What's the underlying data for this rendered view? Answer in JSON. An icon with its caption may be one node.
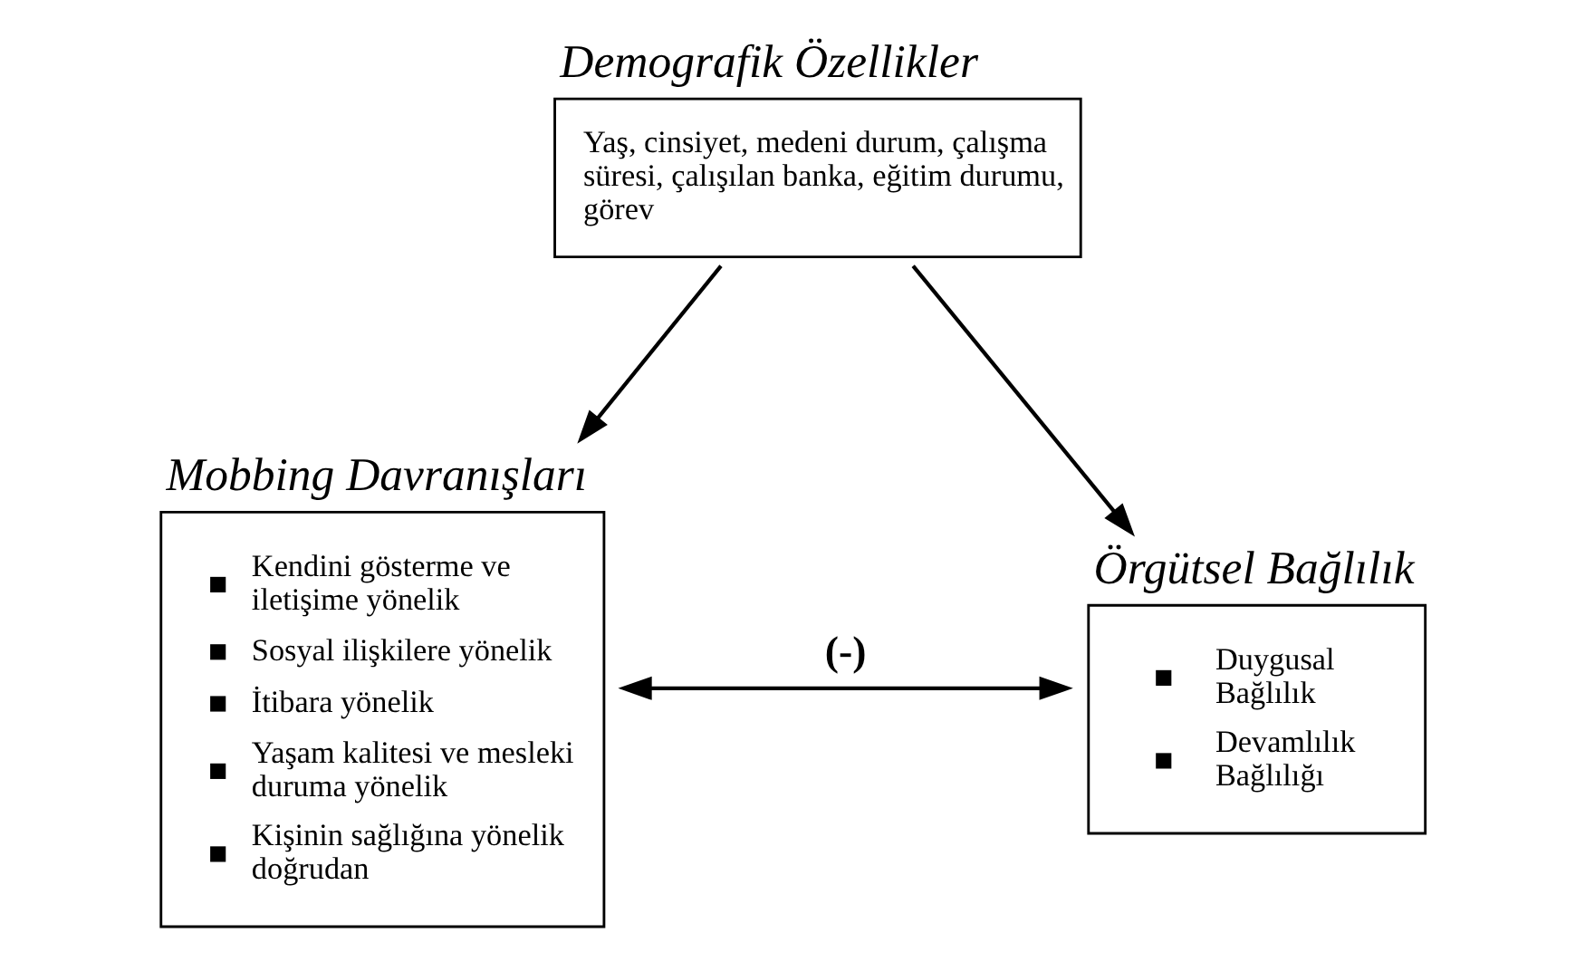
{
  "diagram": {
    "nodes": [
      {
        "text": [
          "Demografik Özellikler",
          "Yaş, cinsiyet, medeni durum, çalışma süresi, çalışılan banka, eğitim durumu, görev"
        ]
      },
      {
        "text": [
          "Mobbing Davranışları",
          "Kendini gösterme ve iletişime yönelik",
          "Sosyal ilişkilere yönelik",
          "İtibara yönelik",
          "Yaşam kalitesi ve mesleki duruma yönelik",
          "Kişinin sağlığına yönelik doğrudan"
        ]
      },
      {
        "text": [
          "Örgütsel Bağlılık",
          "Duygusal Bağlılık",
          "Devamlılık Bağlılığı"
        ]
      }
    ],
    "edges": [
      {
        "from": 0,
        "to": 1,
        "arrow": "to"
      },
      {
        "from": 0,
        "to": 2,
        "arrow": "to"
      },
      {
        "from": 1,
        "to": 2,
        "arrow": "both",
        "label": "(-)"
      }
    ]
  }
}
